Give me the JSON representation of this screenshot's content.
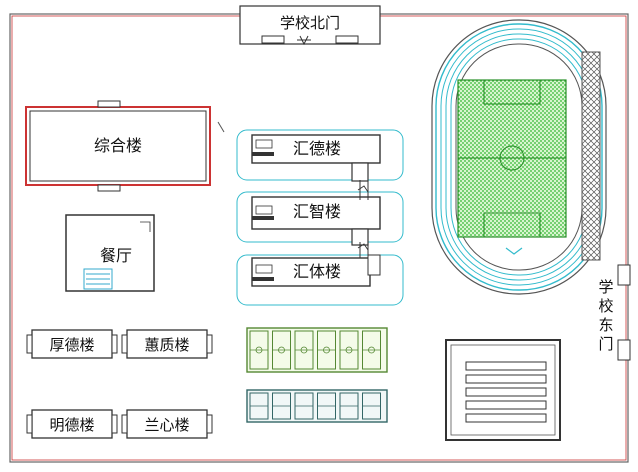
{
  "labels": {
    "north_gate": "学校北门",
    "east_gate": [
      "学",
      "校",
      "东",
      "门"
    ],
    "complex_building": "综合楼",
    "canteen": "餐厅",
    "huide_building": "汇德楼",
    "huizhi_building": "汇智楼",
    "huiti_building": "汇体楼",
    "houde_building": "厚德楼",
    "huizhi2_building": "蕙质楼",
    "mingde_building": "明德楼",
    "lanxin_building": "兰心楼"
  },
  "colors": {
    "wall": "#cc3333",
    "outline": "#555555",
    "teal": "#33bbcc",
    "field": "#44cc44",
    "court_green": "#558833",
    "court_teal": "#336666"
  }
}
